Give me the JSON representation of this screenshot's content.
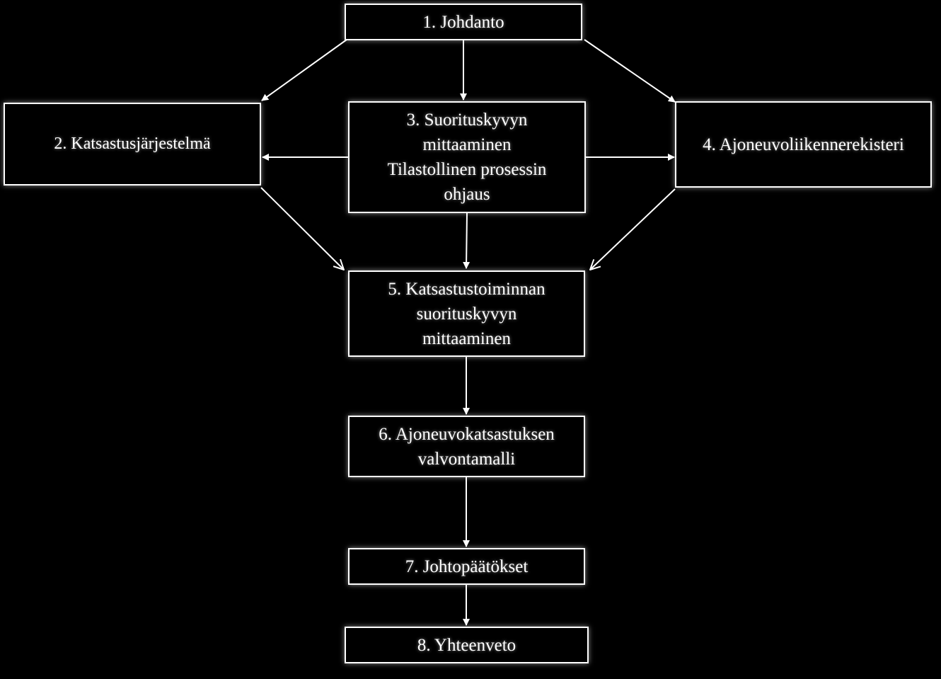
{
  "nodes": [
    {
      "id": "n1",
      "lines": [
        "1.  Johdanto"
      ]
    },
    {
      "id": "n2",
      "lines": [
        "2. Katsastusjärjestelmä"
      ]
    },
    {
      "id": "n3",
      "lines": [
        "3. Suorituskyvyn",
        "mittaaminen",
        "Tilastollinen prosessin",
        "ohjaus"
      ]
    },
    {
      "id": "n4",
      "lines": [
        "4. Ajoneuvoliikennerekisteri"
      ]
    },
    {
      "id": "n5",
      "lines": [
        "5. Katsastustoiminnan",
        "suorituskyvyn",
        "mittaaminen"
      ]
    },
    {
      "id": "n6",
      "lines": [
        "6.  Ajoneuvokatsastuksen",
        "valvontamalli"
      ]
    },
    {
      "id": "n7",
      "lines": [
        "7. Johtopäätökset"
      ]
    },
    {
      "id": "n8",
      "lines": [
        "8. Yhteenveto"
      ]
    }
  ],
  "edges": [
    {
      "from": "n1",
      "to": "n2"
    },
    {
      "from": "n1",
      "to": "n3"
    },
    {
      "from": "n1",
      "to": "n4"
    },
    {
      "from": "n3",
      "to": "n2"
    },
    {
      "from": "n3",
      "to": "n4"
    },
    {
      "from": "n2",
      "to": "n5"
    },
    {
      "from": "n3",
      "to": "n5"
    },
    {
      "from": "n4",
      "to": "n5"
    },
    {
      "from": "n5",
      "to": "n6"
    },
    {
      "from": "n6",
      "to": "n7"
    },
    {
      "from": "n7",
      "to": "n8"
    }
  ],
  "colors": {
    "background": "#000000",
    "foreground": "#ffffff"
  }
}
